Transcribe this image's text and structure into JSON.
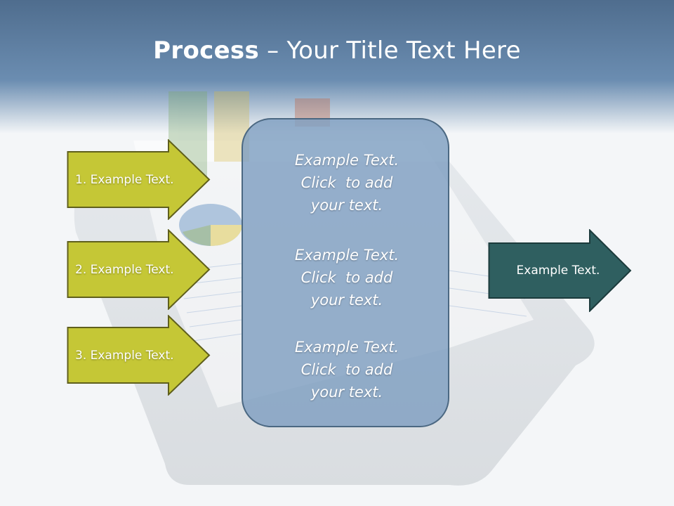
{
  "slide": {
    "title_bold": "Process",
    "title_rest": " – Your Title Text Here"
  },
  "left_arrows": [
    {
      "label": "1. Example Text."
    },
    {
      "label": "2. Example Text."
    },
    {
      "label": "3. Example Text."
    }
  ],
  "center_box": {
    "paragraphs": [
      {
        "lines": [
          "Example Text.",
          "Click  to add",
          "your text."
        ]
      },
      {
        "lines": [
          "Example Text.",
          "Click  to add",
          "your text."
        ]
      },
      {
        "lines": [
          "Example Text.",
          "Click  to add",
          "your text."
        ]
      }
    ]
  },
  "right_arrow": {
    "label": "Example Text."
  },
  "colors": {
    "header": "#5b7a9d",
    "left_arrow_fill": "#c5c736",
    "left_arrow_border": "#6b6b1e",
    "center_fill": "#7f9fc1",
    "right_arrow_fill": "#2f5f60"
  }
}
